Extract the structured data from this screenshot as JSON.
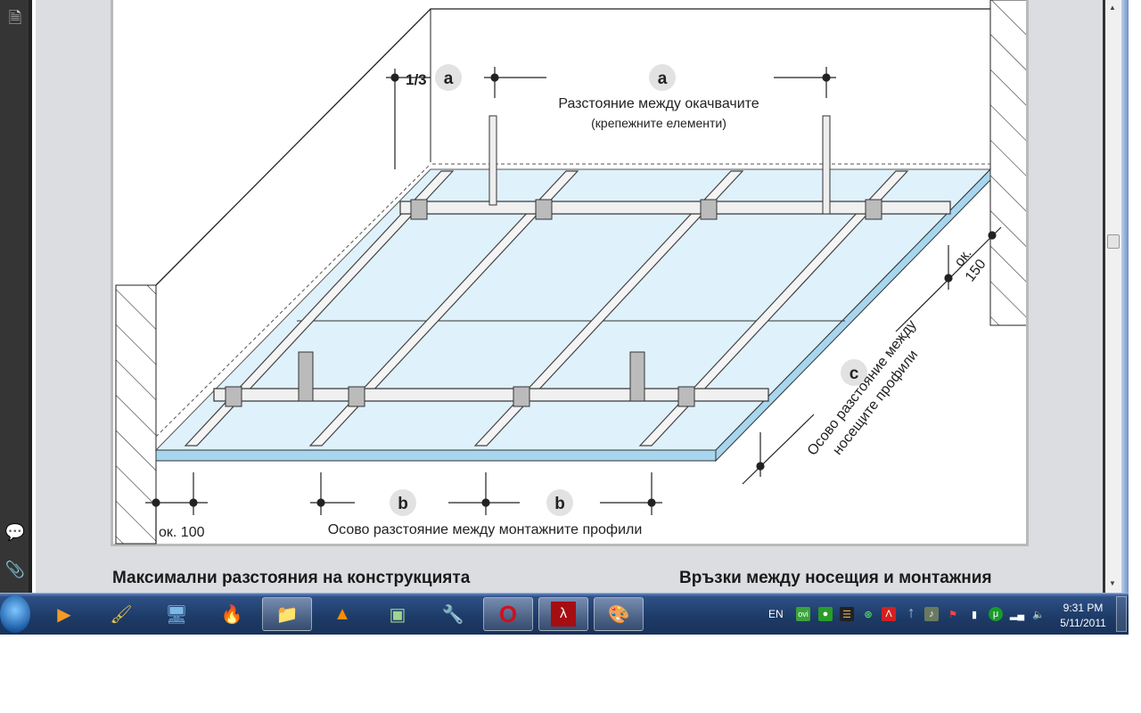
{
  "drawing": {
    "label_a": "a",
    "label_b": "b",
    "label_c": "c",
    "fraction": "1/3",
    "hanger_spacing_line1": "Разстояние между окачвачите",
    "hanger_spacing_line2": "(крепежните елементи)",
    "mounting_spacing": "Осово разстояние между монтажните профили",
    "bearing_spacing_line1": "Осово разстояние между",
    "bearing_spacing_line2": "носещите профили",
    "approx_100": "ок. 100",
    "approx_150_line1": "ок.",
    "approx_150_line2": "150"
  },
  "headings": {
    "left": "Максимални разстояния на конструкцията",
    "right": "Връзки между носещия и монтажния"
  },
  "sidebar": {
    "icons": [
      "pages-icon",
      "comments-icon",
      "attachment-icon"
    ]
  },
  "taskbar": {
    "apps": [
      "windows-media-player",
      "install-shield",
      "kmplayer",
      "nero-burning",
      "windows-explorer",
      "vlc",
      "nero",
      "security-tool",
      "opera",
      "adobe-reader",
      "paint"
    ],
    "language": "EN",
    "tray_ovi": "ovi",
    "time": "9:31 PM",
    "date": "5/11/2011"
  }
}
